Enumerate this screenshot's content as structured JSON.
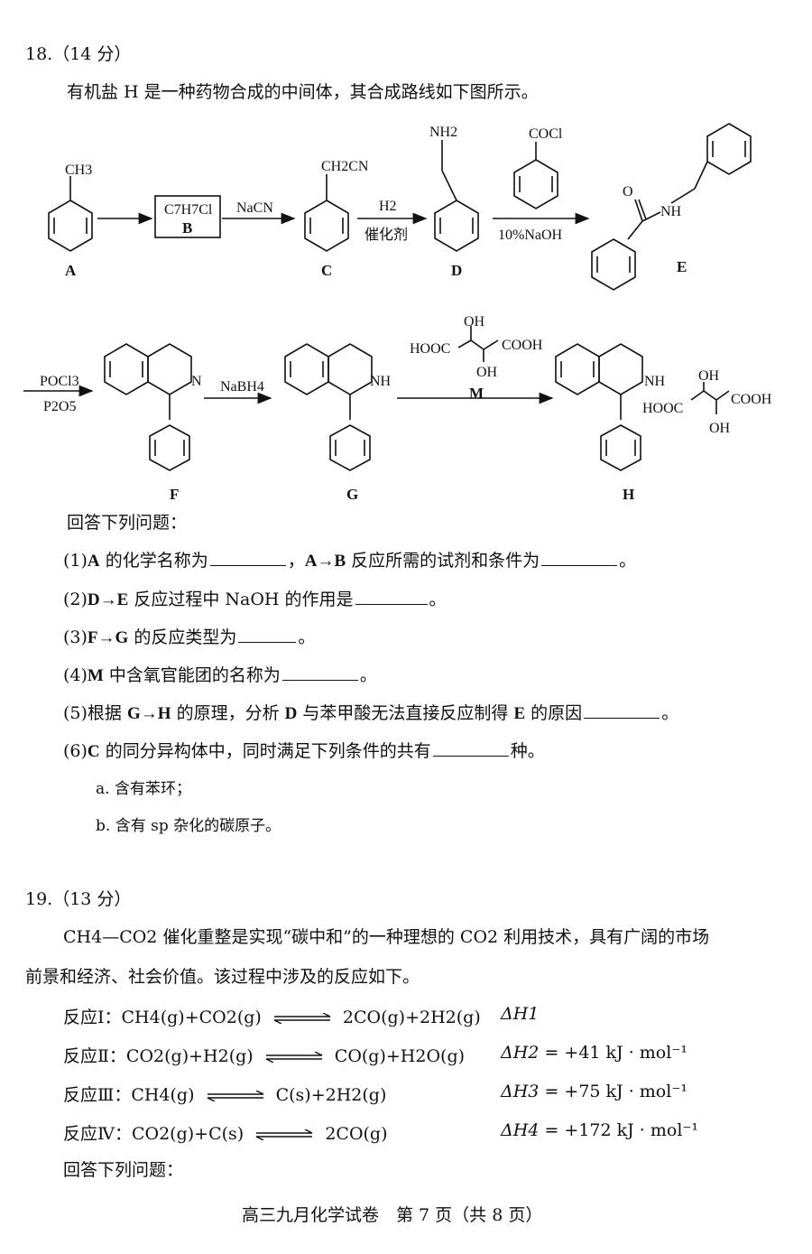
{
  "q18": {
    "header": "18.（14 分）",
    "intro": "有机盐 H 是一种药物合成的中间体，其合成路线如下图所示。",
    "scheme": {
      "A": {
        "label": "A",
        "sub": "CH3"
      },
      "B": {
        "label": "B",
        "formula": "C7H7Cl"
      },
      "arrow_BC": "NaCN",
      "C": {
        "label": "C",
        "sub": "CH2CN"
      },
      "arrow_CD_top": "H2",
      "arrow_CD_bottom": "催化剂",
      "D": {
        "label": "D",
        "sub": "NH2"
      },
      "arrow_DE_reagent": "COCl",
      "arrow_DE_bottom": "10%NaOH",
      "E": {
        "label": "E",
        "atom": "NH",
        "oxygen": "O"
      },
      "arrow_EF_top": "POCl3",
      "arrow_EF_bottom": "P2O5",
      "F": {
        "label": "F",
        "atom": "N"
      },
      "arrow_FG": "NaBH4",
      "G": {
        "label": "G",
        "atom": "NH"
      },
      "M": {
        "label": "M",
        "oh1": "OH",
        "oh2": "OH",
        "left": "HOOC",
        "right": "COOH"
      },
      "H": {
        "label": "H",
        "atom": "NH",
        "oh1": "OH",
        "oh2": "OH",
        "left": "HOOC",
        "right": "COOH"
      }
    },
    "answer_prompt": "回答下列问题：",
    "questions": [
      {
        "pre": "(1)",
        "b1": "A",
        "t1": " 的化学名称为",
        "t2": "，",
        "b2": "A→B",
        "t3": " 反应所需的试剂和条件为",
        "t4": "。"
      },
      {
        "pre": "(2)",
        "b1": "D→E",
        "t1": " 反应过程中 NaOH 的作用是",
        "t2": "。"
      },
      {
        "pre": "(3)",
        "b1": "F→G",
        "t1": " 的反应类型为",
        "t2": "。"
      },
      {
        "pre": "(4)",
        "b1": "M",
        "t1": " 中含氧官能团的名称为",
        "t2": "。"
      },
      {
        "pre": "(5)",
        "t0": "根据 ",
        "b1": "G→H",
        "t1": " 的原理，分析 ",
        "b2": "D",
        "t2": " 与苯甲酸无法直接反应制得 ",
        "b3": "E",
        "t3": " 的原因",
        "t4": "。"
      },
      {
        "pre": "(6)",
        "b1": "C",
        "t1": " 的同分异构体中，同时满足下列条件的共有",
        "t2": "种。"
      }
    ],
    "conditions": [
      "a. 含有苯环；",
      "b. 含有 sp 杂化的碳原子。"
    ]
  },
  "q19": {
    "header": "19.（13 分）",
    "intro_line1": "CH4—CO2 催化重整是实现“碳中和”的一种理想的 CO2 利用技术，具有广阔的市场",
    "intro_line2": "前景和经济、社会价值。该过程中涉及的反应如下。",
    "reactions": [
      {
        "name": "反应Ⅰ：",
        "left": "CH4(g)+CO2(g)",
        "right": "2CO(g)+2H2(g)",
        "dh": "ΔH1",
        "value": ""
      },
      {
        "name": "反应Ⅱ：",
        "left": "CO2(g)+H2(g)",
        "right": "CO(g)+H2O(g)",
        "dh": "ΔH2",
        "value": "= +41 kJ · mol⁻¹"
      },
      {
        "name": "反应Ⅲ：",
        "left": "CH4(g)",
        "right": "C(s)+2H2(g)",
        "dh": "ΔH3",
        "value": "= +75 kJ · mol⁻¹"
      },
      {
        "name": "反应Ⅳ：",
        "left": "CO2(g)+C(s)",
        "right": "2CO(g)",
        "dh": "ΔH4",
        "value": "= +172 kJ · mol⁻¹"
      }
    ],
    "answer_prompt": "回答下列问题："
  },
  "footer": "高三九月化学试卷　第 7 页（共 8 页）"
}
